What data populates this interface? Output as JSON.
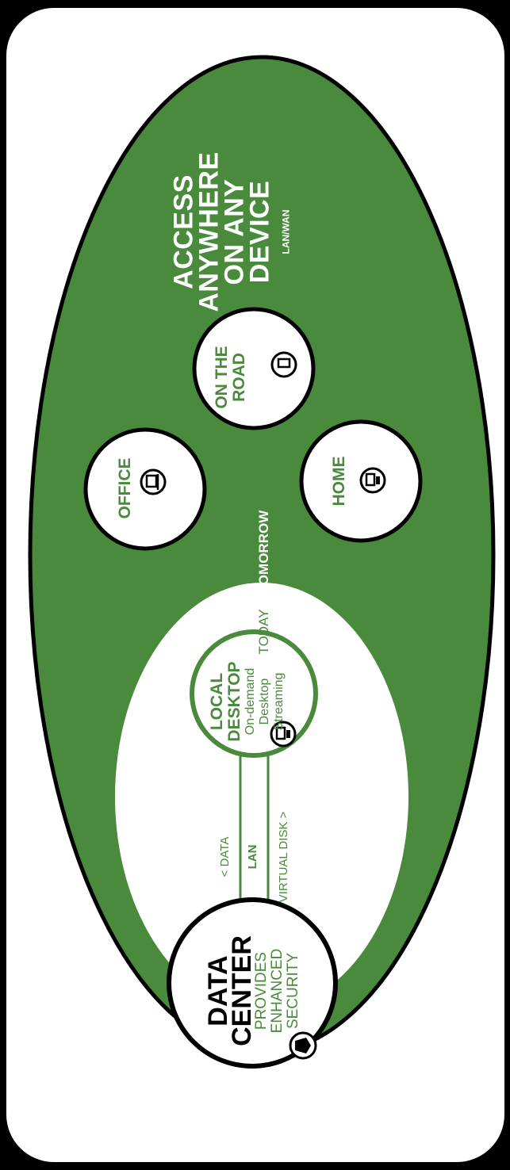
{
  "colors": {
    "green": "#4a8a3c",
    "white": "#ffffff",
    "black": "#000000"
  },
  "access": {
    "line1": "ACCESS",
    "line2": "ANYWHERE",
    "line3": "ON ANY",
    "line4": "DEVICE",
    "sub": "LAN/WAN"
  },
  "nodes": {
    "on_the_road": {
      "line1": "ON THE",
      "line2": "ROAD",
      "icon": "phone-icon"
    },
    "office": {
      "label": "OFFICE",
      "icon": "laptop-icon"
    },
    "home": {
      "label": "HOME",
      "icon": "desktop-icon"
    },
    "local_desktop": {
      "line1": "LOCAL",
      "line2": "DESKTOP",
      "sub1": "On-demand",
      "sub2": "Desktop",
      "sub3": "Streaming",
      "icon": "desktop-icon"
    },
    "data_center": {
      "line1": "DATA",
      "line2": "CENTER",
      "sub1": "PROVIDES",
      "sub2": "ENHANCED",
      "sub3": "SECURITY",
      "icon": "shield-icon"
    }
  },
  "labels": {
    "tomorrow": "TOMORROW",
    "today": "TODAY",
    "data": "< DATA",
    "lan": "LAN",
    "virtual_disk": "VIRTUAL DISK >"
  }
}
